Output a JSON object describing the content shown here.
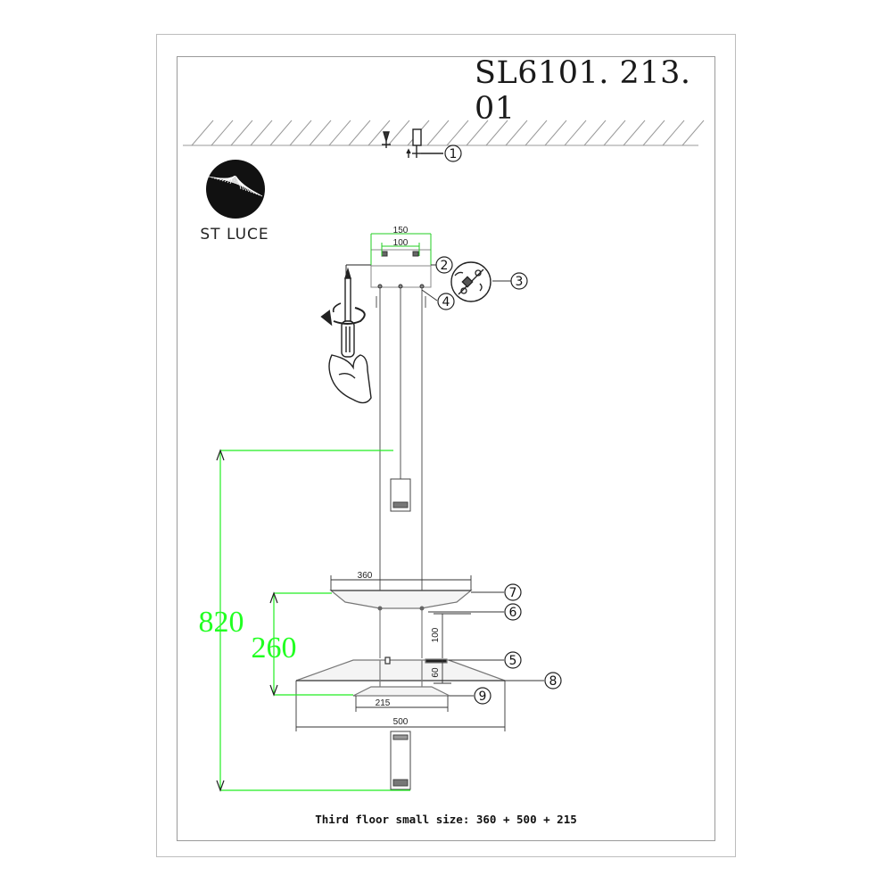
{
  "header": {
    "model_code": "SL6101. 213. 01"
  },
  "brand": {
    "name": "ST LUCE"
  },
  "dimensions": {
    "canopy_outer": "150",
    "canopy_inner": "100",
    "top_disc_width": "360",
    "spacing_upper": "100",
    "spacing_lower": "60",
    "inner_ring_width": "215",
    "bottom_disc_width": "500",
    "total_height": "820",
    "tiers_height": "260"
  },
  "callouts": [
    "1",
    "2",
    "3",
    "4",
    "5",
    "6",
    "7",
    "8",
    "9"
  ],
  "caption": "Third floor small size: 360 + 500 + 215",
  "colors": {
    "dimension_green": "#22ff22",
    "line": "#222222"
  }
}
